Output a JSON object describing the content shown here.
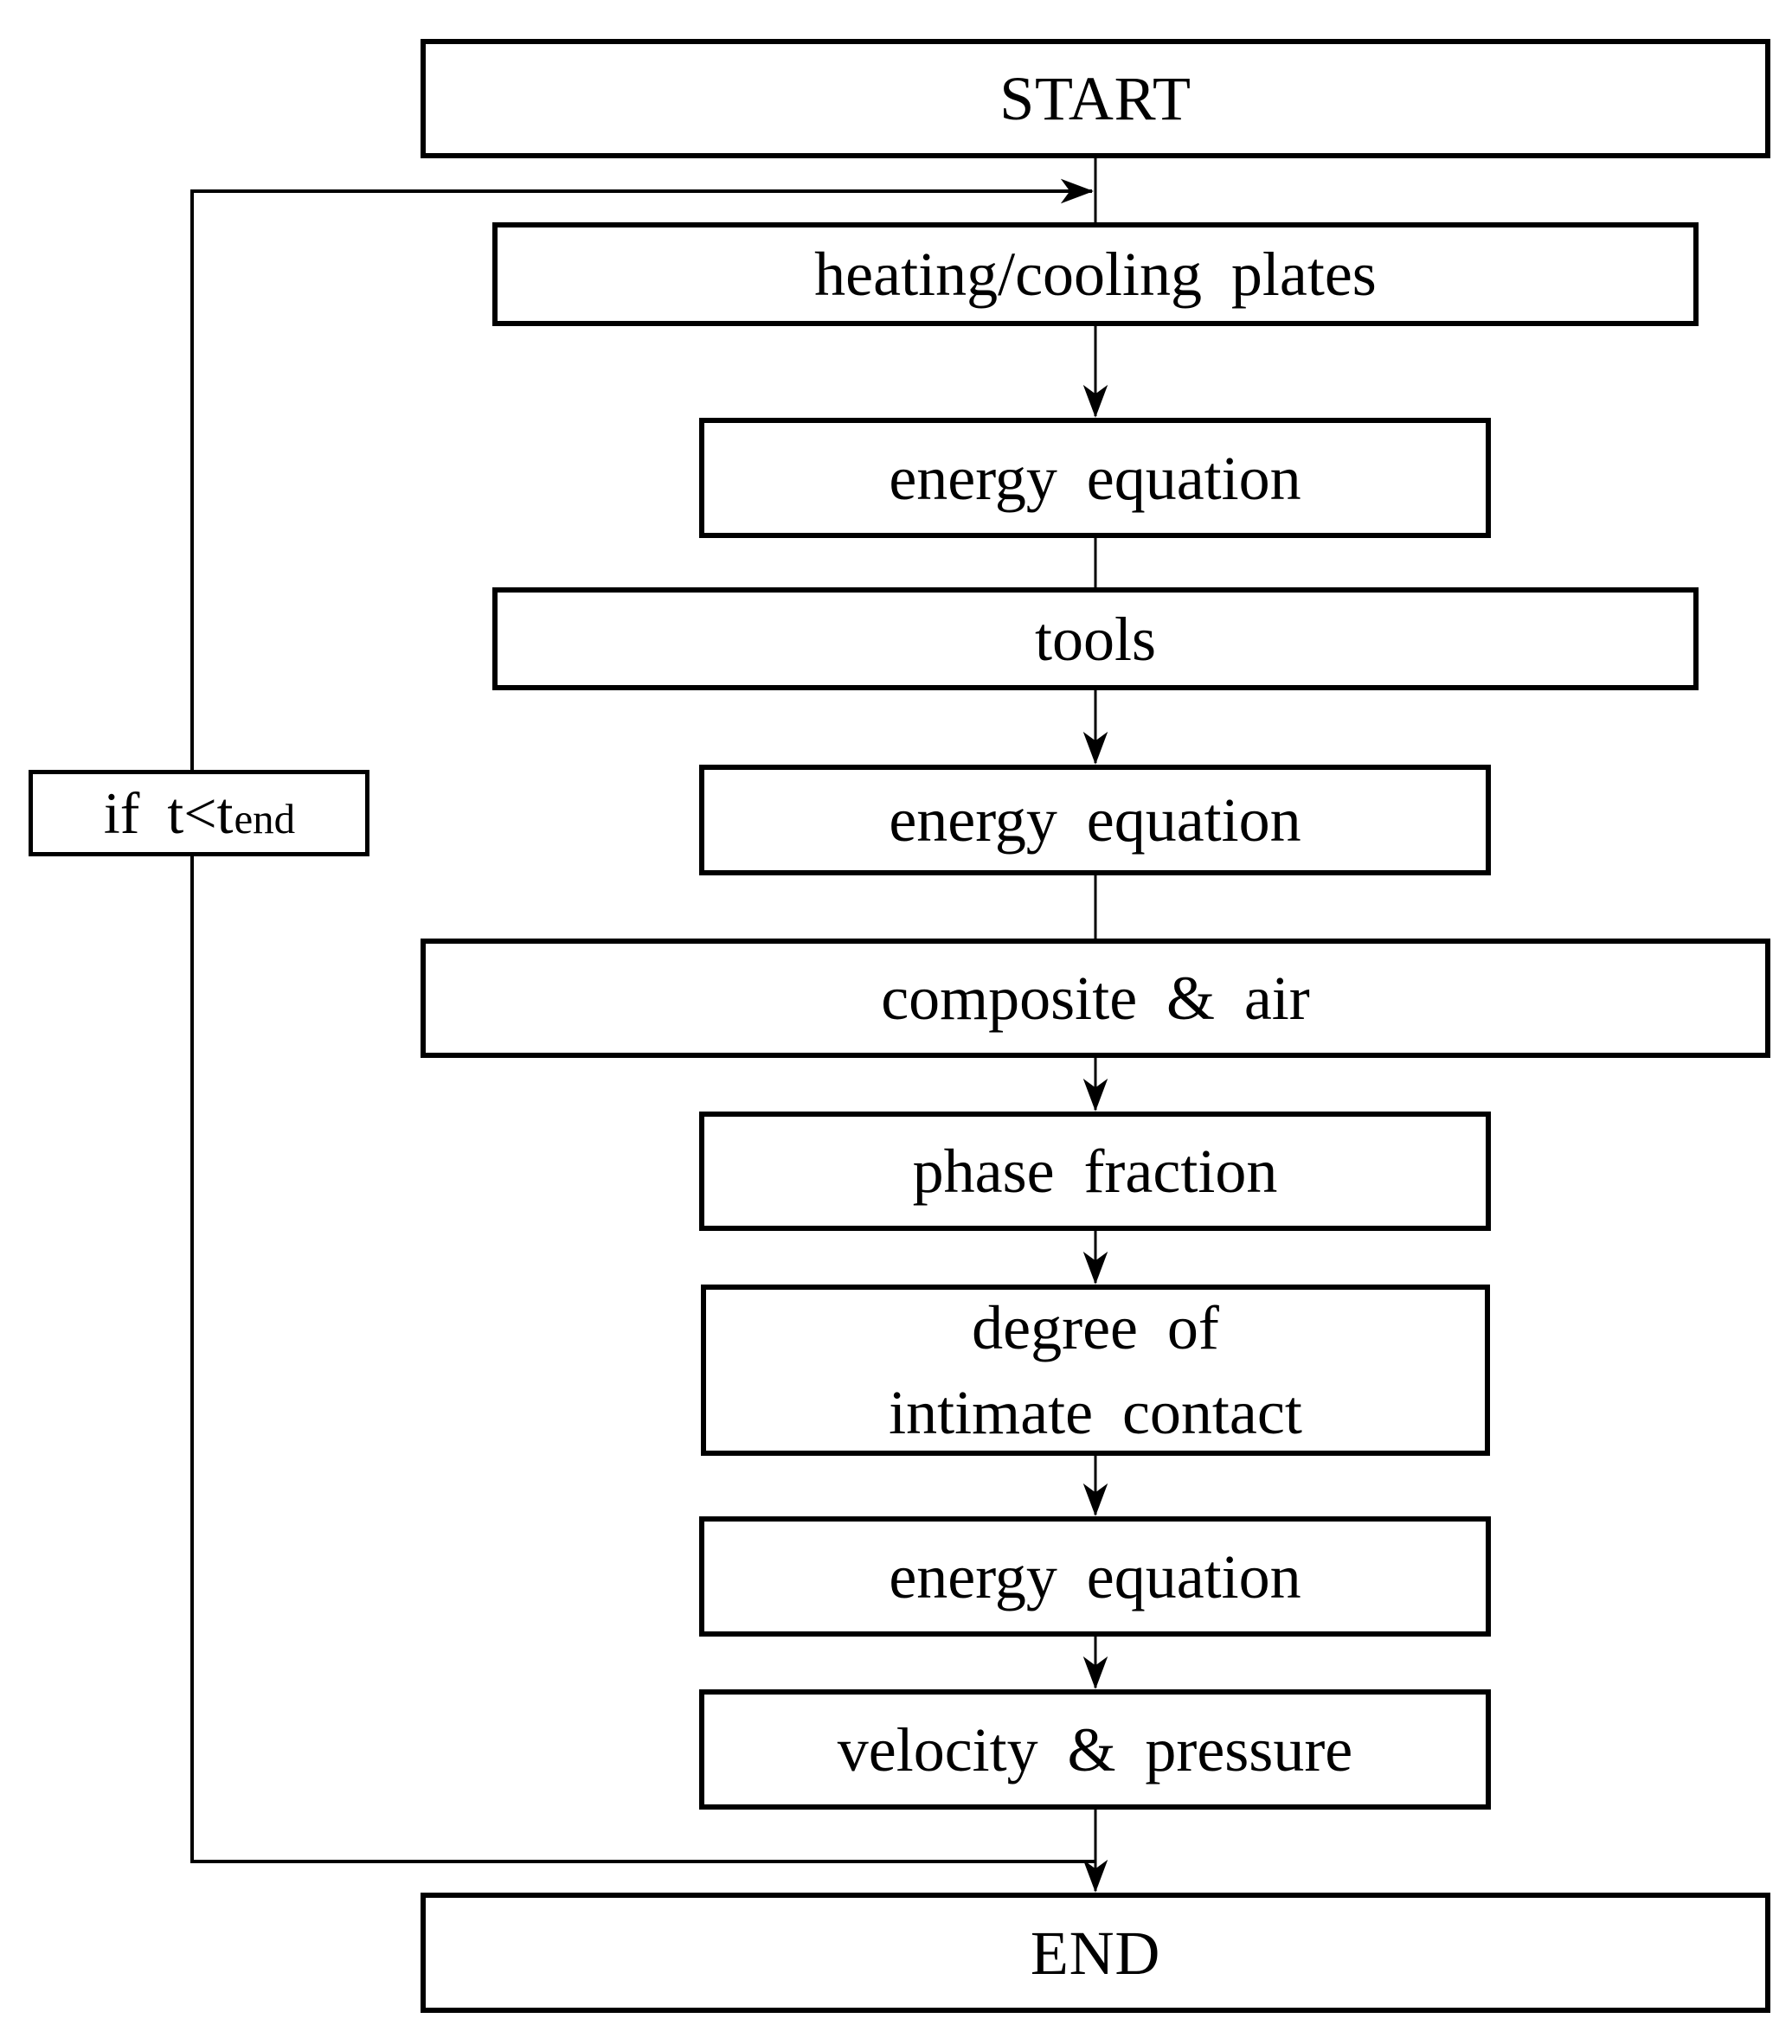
{
  "diagram": {
    "type": "flowchart",
    "background_color": "#ffffff",
    "line_color": "#000000",
    "box_fill_color": "#ffffff"
  },
  "nodes": [
    {
      "id": "start",
      "label": "START"
    },
    {
      "id": "heating-cooling-plates",
      "label": "heating/cooling plates"
    },
    {
      "id": "energy-equation-1",
      "label": "energy equation"
    },
    {
      "id": "tools",
      "label": "tools"
    },
    {
      "id": "energy-equation-2",
      "label": "energy equation"
    },
    {
      "id": "composite-air",
      "label": "composite & air"
    },
    {
      "id": "phase-fraction",
      "label": "phase fraction"
    },
    {
      "id": "degree-of-intimate-contact",
      "lines": [
        "degree of",
        "intimate contact"
      ]
    },
    {
      "id": "energy-equation-3",
      "label": "energy equation"
    },
    {
      "id": "velocity-pressure",
      "label": "velocity & pressure"
    },
    {
      "id": "end",
      "label": "END"
    }
  ],
  "loop_condition": {
    "prefix": "if t<t",
    "subscript": "end"
  },
  "edges": [
    {
      "from": "start",
      "to": "heating-cooling-plates",
      "arrowhead": false
    },
    {
      "from": "heating-cooling-plates",
      "to": "energy-equation-1",
      "arrowhead": true
    },
    {
      "from": "energy-equation-1",
      "to": "tools",
      "arrowhead": false
    },
    {
      "from": "tools",
      "to": "energy-equation-2",
      "arrowhead": true
    },
    {
      "from": "energy-equation-2",
      "to": "composite-air",
      "arrowhead": false
    },
    {
      "from": "composite-air",
      "to": "phase-fraction",
      "arrowhead": true
    },
    {
      "from": "phase-fraction",
      "to": "degree-of-intimate-contact",
      "arrowhead": true
    },
    {
      "from": "degree-of-intimate-contact",
      "to": "energy-equation-3",
      "arrowhead": true
    },
    {
      "from": "energy-equation-3",
      "to": "velocity-pressure",
      "arrowhead": true
    },
    {
      "from": "velocity-pressure",
      "to": "end",
      "arrowhead": true
    },
    {
      "from": "velocity-pressure",
      "to": "heating-cooling-plates",
      "via": "left-loop",
      "condition": "if t<t_end",
      "arrowhead": true
    }
  ]
}
